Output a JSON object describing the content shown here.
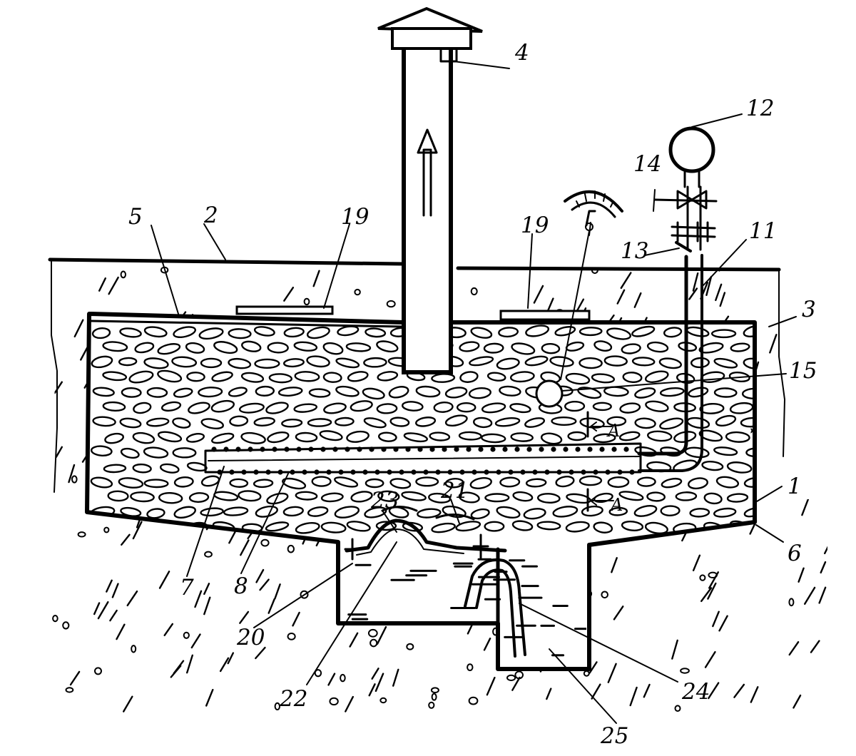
{
  "labels": {
    "l1": "1",
    "l2": "2",
    "l3": "3",
    "l4": "4",
    "l5": "5",
    "l6": "6",
    "l7": "7",
    "l8": "8",
    "l11": "11",
    "l12": "12",
    "l13": "13",
    "l14": "14",
    "l15": "15",
    "l19a": "19",
    "l19b": "19",
    "l20": "20",
    "l21": "21",
    "l22": "22",
    "l23": "23",
    "l24": "24",
    "l25": "25"
  },
  "section": {
    "mark": "A"
  },
  "colors": {
    "ink": "#000000",
    "paper": "#ffffff"
  }
}
